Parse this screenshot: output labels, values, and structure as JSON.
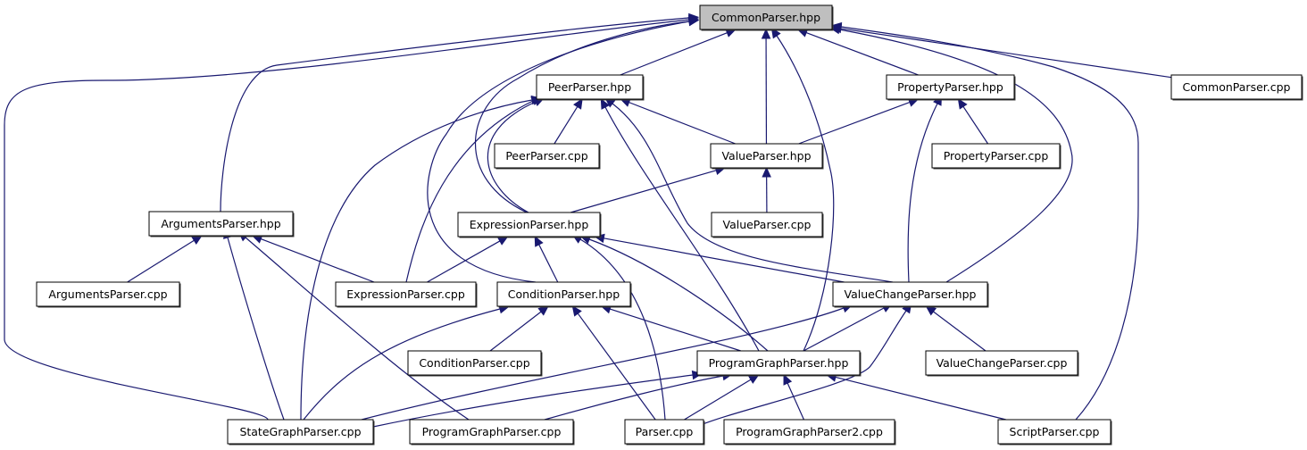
{
  "title": "CommonParser.hpp include dependency graph",
  "colors": {
    "edge": "#191970",
    "root_fill": "#bfbfbf",
    "node_fill": "#ffffff",
    "border": "#000000"
  },
  "nodes": [
    {
      "id": "common_hpp",
      "label": "CommonParser.hpp",
      "root": true
    },
    {
      "id": "peer_hpp",
      "label": "PeerParser.hpp"
    },
    {
      "id": "property_hpp",
      "label": "PropertyParser.hpp"
    },
    {
      "id": "common_cpp",
      "label": "CommonParser.cpp"
    },
    {
      "id": "peer_cpp",
      "label": "PeerParser.cpp"
    },
    {
      "id": "value_hpp",
      "label": "ValueParser.hpp"
    },
    {
      "id": "property_cpp",
      "label": "PropertyParser.cpp"
    },
    {
      "id": "arguments_hpp",
      "label": "ArgumentsParser.hpp"
    },
    {
      "id": "expression_hpp",
      "label": "ExpressionParser.hpp"
    },
    {
      "id": "value_cpp",
      "label": "ValueParser.cpp"
    },
    {
      "id": "arguments_cpp",
      "label": "ArgumentsParser.cpp"
    },
    {
      "id": "expression_cpp",
      "label": "ExpressionParser.cpp"
    },
    {
      "id": "condition_hpp",
      "label": "ConditionParser.hpp"
    },
    {
      "id": "valuechange_hpp",
      "label": "ValueChangeParser.hpp"
    },
    {
      "id": "condition_cpp",
      "label": "ConditionParser.cpp"
    },
    {
      "id": "programgraph_hpp",
      "label": "ProgramGraphParser.hpp"
    },
    {
      "id": "valuechange_cpp",
      "label": "ValueChangeParser.cpp"
    },
    {
      "id": "stategraph_cpp",
      "label": "StateGraphParser.cpp"
    },
    {
      "id": "programgraph_cpp",
      "label": "ProgramGraphParser.cpp"
    },
    {
      "id": "parser_cpp",
      "label": "Parser.cpp"
    },
    {
      "id": "programgraph2_cpp",
      "label": "ProgramGraphParser2.cpp"
    },
    {
      "id": "script_cpp",
      "label": "ScriptParser.cpp"
    }
  ],
  "edges": [
    {
      "from": "peer_hpp",
      "to": "common_hpp"
    },
    {
      "from": "property_hpp",
      "to": "common_hpp"
    },
    {
      "from": "common_cpp",
      "to": "common_hpp"
    },
    {
      "from": "value_hpp",
      "to": "common_hpp"
    },
    {
      "from": "arguments_hpp",
      "to": "common_hpp"
    },
    {
      "from": "expression_hpp",
      "to": "common_hpp"
    },
    {
      "from": "condition_hpp",
      "to": "common_hpp"
    },
    {
      "from": "valuechange_hpp",
      "to": "common_hpp"
    },
    {
      "from": "programgraph_hpp",
      "to": "common_hpp"
    },
    {
      "from": "stategraph_cpp",
      "to": "common_hpp"
    },
    {
      "from": "script_cpp",
      "to": "common_hpp"
    },
    {
      "from": "peer_cpp",
      "to": "peer_hpp"
    },
    {
      "from": "value_hpp",
      "to": "peer_hpp"
    },
    {
      "from": "expression_hpp",
      "to": "peer_hpp"
    },
    {
      "from": "expression_cpp",
      "to": "peer_hpp"
    },
    {
      "from": "stategraph_cpp",
      "to": "peer_hpp"
    },
    {
      "from": "programgraph_hpp",
      "to": "peer_hpp"
    },
    {
      "from": "valuechange_hpp",
      "to": "peer_hpp"
    },
    {
      "from": "value_hpp",
      "to": "property_hpp"
    },
    {
      "from": "property_cpp",
      "to": "property_hpp"
    },
    {
      "from": "valuechange_hpp",
      "to": "property_hpp"
    },
    {
      "from": "expression_hpp",
      "to": "value_hpp"
    },
    {
      "from": "value_cpp",
      "to": "value_hpp"
    },
    {
      "from": "arguments_cpp",
      "to": "arguments_hpp"
    },
    {
      "from": "expression_cpp",
      "to": "arguments_hpp"
    },
    {
      "from": "stategraph_cpp",
      "to": "arguments_hpp"
    },
    {
      "from": "programgraph_cpp",
      "to": "arguments_hpp"
    },
    {
      "from": "expression_cpp",
      "to": "expression_hpp"
    },
    {
      "from": "condition_hpp",
      "to": "expression_hpp"
    },
    {
      "from": "valuechange_hpp",
      "to": "expression_hpp"
    },
    {
      "from": "programgraph_hpp",
      "to": "expression_hpp"
    },
    {
      "from": "parser_cpp",
      "to": "expression_hpp"
    },
    {
      "from": "condition_cpp",
      "to": "condition_hpp"
    },
    {
      "from": "stategraph_cpp",
      "to": "condition_hpp"
    },
    {
      "from": "programgraph_hpp",
      "to": "condition_hpp"
    },
    {
      "from": "parser_cpp",
      "to": "condition_hpp"
    },
    {
      "from": "programgraph_hpp",
      "to": "valuechange_hpp"
    },
    {
      "from": "valuechange_cpp",
      "to": "valuechange_hpp"
    },
    {
      "from": "stategraph_cpp",
      "to": "valuechange_hpp"
    },
    {
      "from": "parser_cpp",
      "to": "valuechange_hpp"
    },
    {
      "from": "stategraph_cpp",
      "to": "programgraph_hpp"
    },
    {
      "from": "programgraph_cpp",
      "to": "programgraph_hpp"
    },
    {
      "from": "parser_cpp",
      "to": "programgraph_hpp"
    },
    {
      "from": "programgraph2_cpp",
      "to": "programgraph_hpp"
    },
    {
      "from": "script_cpp",
      "to": "programgraph_hpp"
    }
  ]
}
